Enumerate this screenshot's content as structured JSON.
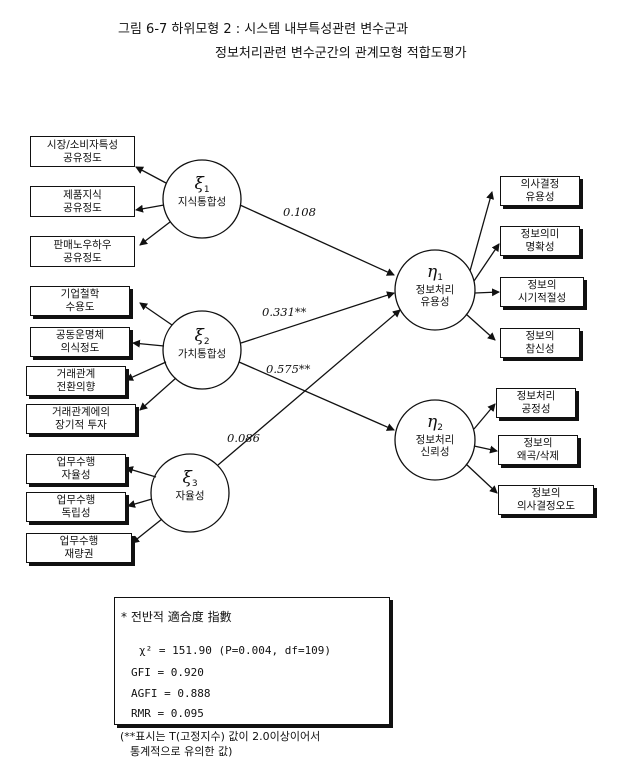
{
  "title": {
    "line1": "그림 6-7  하위모형 2 : 시스템 내부특성관련 변수군과",
    "line2": "정보처리관련 변수군간의 관계모형 적합도평가"
  },
  "latents": {
    "xi1": {
      "symbol": "ξ",
      "sub": "1",
      "label": "지식통합성"
    },
    "xi2": {
      "symbol": "ξ",
      "sub": "2",
      "label": "가치통합성"
    },
    "xi3": {
      "symbol": "ξ",
      "sub": "3",
      "label": "자율성"
    },
    "eta1": {
      "symbol": "η",
      "sub": "1",
      "label_l1": "정보처리",
      "label_l2": "유용성"
    },
    "eta2": {
      "symbol": "η",
      "sub": "2",
      "label_l1": "정보처리",
      "label_l2": "신뢰성"
    }
  },
  "indicators": {
    "xi1": [
      [
        "시장/소비자특성",
        "공유정도"
      ],
      [
        "제품지식",
        "공유정도"
      ],
      [
        "판매노우하우",
        "공유정도"
      ]
    ],
    "xi2": [
      [
        "기업철학",
        "수용도"
      ],
      [
        "공동운명체",
        "의식정도"
      ],
      [
        "거래관계",
        "전환의향"
      ],
      [
        "거래관계에의",
        "장기적 투자"
      ]
    ],
    "xi3": [
      [
        "업무수행",
        "자율성"
      ],
      [
        "업무수행",
        "독립성"
      ],
      [
        "업무수행",
        "재량권"
      ]
    ],
    "eta1": [
      [
        "의사결정",
        "유용성"
      ],
      [
        "정보의미",
        "명확성"
      ],
      [
        "정보의",
        "시기적절성"
      ],
      [
        "정보의",
        "참신성"
      ]
    ],
    "eta2": [
      [
        "정보처리",
        "공정성"
      ],
      [
        "정보의",
        "왜곡/삭제"
      ],
      [
        "정보의",
        "의사결정오도"
      ]
    ]
  },
  "paths": {
    "xi1_eta1": "0.108",
    "xi2_eta1": "0.331**",
    "xi2_eta2": "0.575**",
    "xi3_eta1": "0.086"
  },
  "fit": {
    "heading": "* 전반적 適合度 指數",
    "chi": "χ² = 151.90 (P=0.004, df=109)",
    "gfi": "GFI = 0.920",
    "agfi": "AGFI = 0.888",
    "rmr": "RMR = 0.095"
  },
  "note": {
    "line1": "(**표시는 T(고정지수) 값이 2.0이상이어서",
    "line2": "통계적으로 유의한 값)"
  }
}
